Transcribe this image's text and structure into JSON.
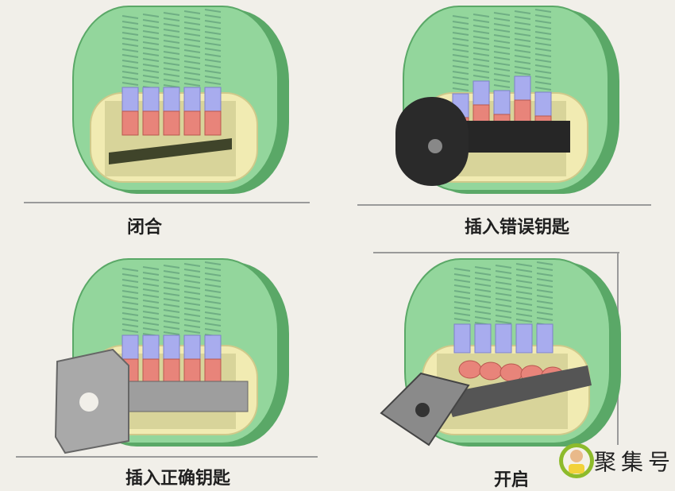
{
  "panels": [
    {
      "id": "closed",
      "label": "闭合",
      "key": "none"
    },
    {
      "id": "wrong-key",
      "label": "插入错误钥匙",
      "key": "wrong"
    },
    {
      "id": "correct-key",
      "label": "插入正确钥匙",
      "key": "correct"
    },
    {
      "id": "open",
      "label": "开启",
      "key": "open"
    }
  ],
  "watermark": {
    "text": "聚集号",
    "icon": "cartoon-avatar-icon"
  },
  "colors": {
    "cylinder": "#93d69c",
    "cylinder_edge": "#5aa867",
    "plug": "#f1ebb2",
    "driver_pin": "#a8acee",
    "key_pin": "#e8847a",
    "spring": "#6fae84",
    "wrong_key": "#2a2a2a",
    "correct_key": "#a9a9a9"
  }
}
